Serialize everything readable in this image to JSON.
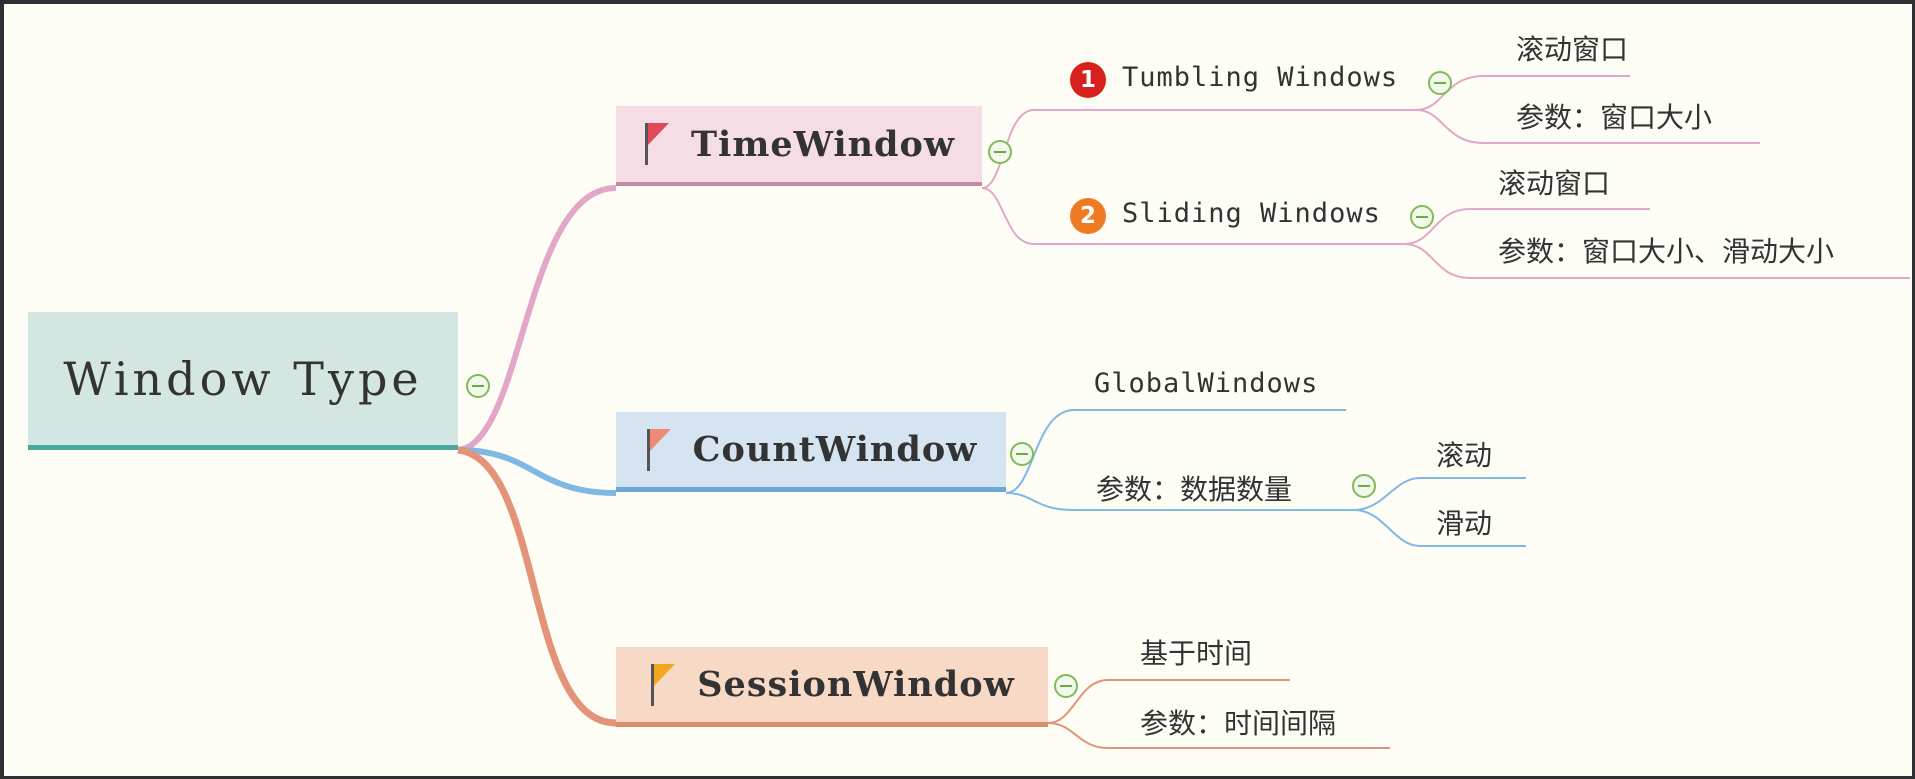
{
  "root": {
    "label": "Window Type"
  },
  "colors": {
    "time_branch": "#e2a7c7",
    "count_branch": "#7fb8e3",
    "session_branch": "#e39478",
    "collapse_button": "#7fbb5a",
    "badge_1": "#d8201e",
    "badge_2": "#f07a22"
  },
  "time": {
    "label": "TimeWindow",
    "flag_color": "#e04a5a",
    "tumbling": {
      "badge": "1",
      "label": "Tumbling Windows",
      "children": [
        "滚动窗口",
        "参数：窗口大小"
      ]
    },
    "sliding": {
      "badge": "2",
      "label": "Sliding Windows",
      "children": [
        "滚动窗口",
        "参数：窗口大小、滑动大小"
      ]
    }
  },
  "count": {
    "label": "CountWindow",
    "flag_color": "#f08a78",
    "global": "GlobalWindows",
    "param": {
      "label": "参数：数据数量",
      "children": [
        "滚动",
        "滑动"
      ]
    }
  },
  "session": {
    "label": "SessionWindow",
    "flag_color": "#f2a81e",
    "children": [
      "基于时间",
      "参数：时间间隔"
    ]
  }
}
